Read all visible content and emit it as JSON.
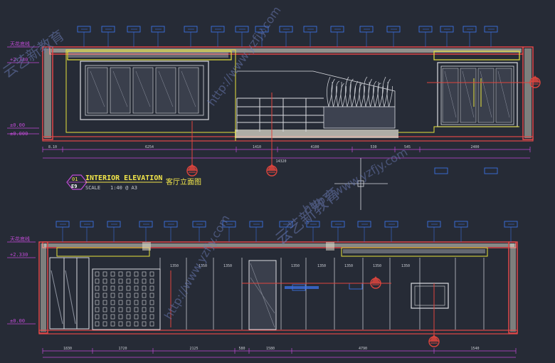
{
  "colors": {
    "background": "#262b36",
    "wall": "#e8e6d4",
    "frame_red": "#e04848",
    "frame_yellow": "#e8e33c",
    "line_white": "#d9dbe0",
    "tag_blue": "#3b6fe0",
    "dim_magenta": "#c04bd6",
    "marker_red": "#e0453d",
    "title_yellow": "#f2e64a",
    "watermark": "#6b7bb4"
  },
  "upper_elevation": {
    "levels": [
      "天花底线",
      "+2.330",
      "±0.00",
      "±0.000"
    ],
    "dimensions": [
      "8.10",
      "6254",
      "1410",
      "4100",
      "530",
      "545",
      "2400"
    ],
    "total_dimension": "14320",
    "title_number": "01",
    "title_sheet": "E9",
    "title_text": "INTERIOR ELEVATION",
    "scale_label": "SCALE",
    "scale_value": "1:40 @ A3",
    "title_cn": "客厅立面图"
  },
  "lower_elevation": {
    "levels": [
      "天花底线",
      "+2.330",
      "±0.00"
    ],
    "dimensions": [
      "1830",
      "1720",
      "2125",
      "580",
      "1580",
      "4790",
      "1540"
    ],
    "panel_dims": [
      "1350",
      "1350",
      "1350",
      "1350",
      "1350",
      "1350",
      "1350",
      "1350"
    ]
  },
  "watermark_text": "http://www.yzfjy.com",
  "watermark_cn": "云艺新教育"
}
